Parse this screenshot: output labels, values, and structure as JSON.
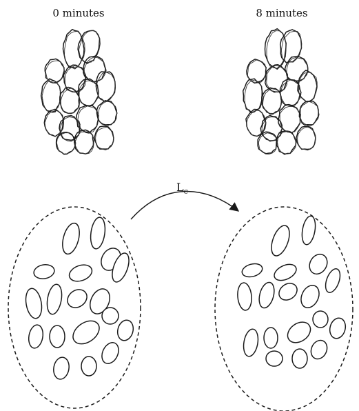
{
  "labels": {
    "time_left": "0 minutes",
    "time_right": "8 minutes",
    "arrow_main": "L",
    "arrow_sub": "c"
  }
}
